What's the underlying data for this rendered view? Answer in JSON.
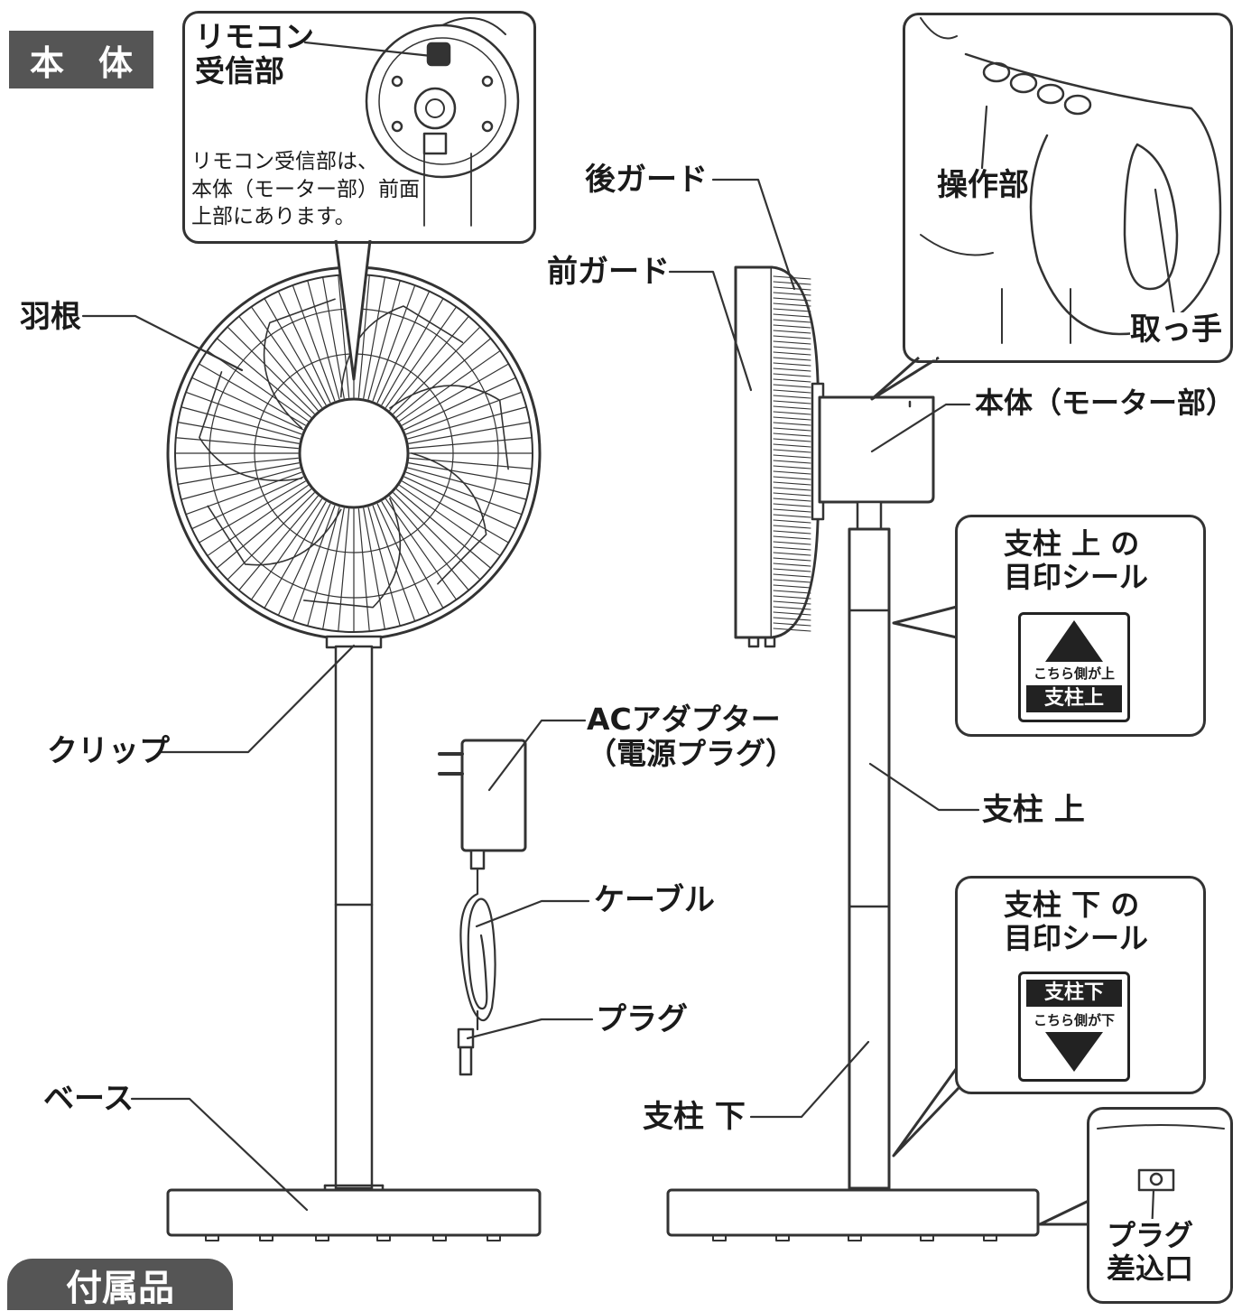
{
  "section_header": "本　体",
  "accessories_header": "付属品",
  "labels": {
    "remote_receiver": "リモコン\n受信部",
    "remote_note": "リモコン受信部は、\n本体（モーター部）前面\n上部にあります。",
    "blade": "羽根",
    "clip": "クリップ",
    "base": "ベース",
    "rear_guard": "後ガード",
    "front_guard": "前ガード",
    "control_panel": "操作部",
    "handle": "取っ手",
    "motor_body": "本体（モーター部）",
    "pole_upper_sticker": "支柱 上 の\n目印シール",
    "pole_upper": "支柱 上",
    "pole_lower_sticker": "支柱 下 の\n目印シール",
    "pole_lower": "支柱 下",
    "plug_inlet": "プラグ\n差込口",
    "ac_adapter": "ACアダプター\n（電源プラグ）",
    "cable": "ケーブル",
    "plug": "プラグ"
  },
  "sticker_upper": {
    "small_text": "こちら側が上",
    "band_text": "支柱上"
  },
  "sticker_lower": {
    "band_text": "支柱下",
    "small_text": "こちら側が下"
  }
}
